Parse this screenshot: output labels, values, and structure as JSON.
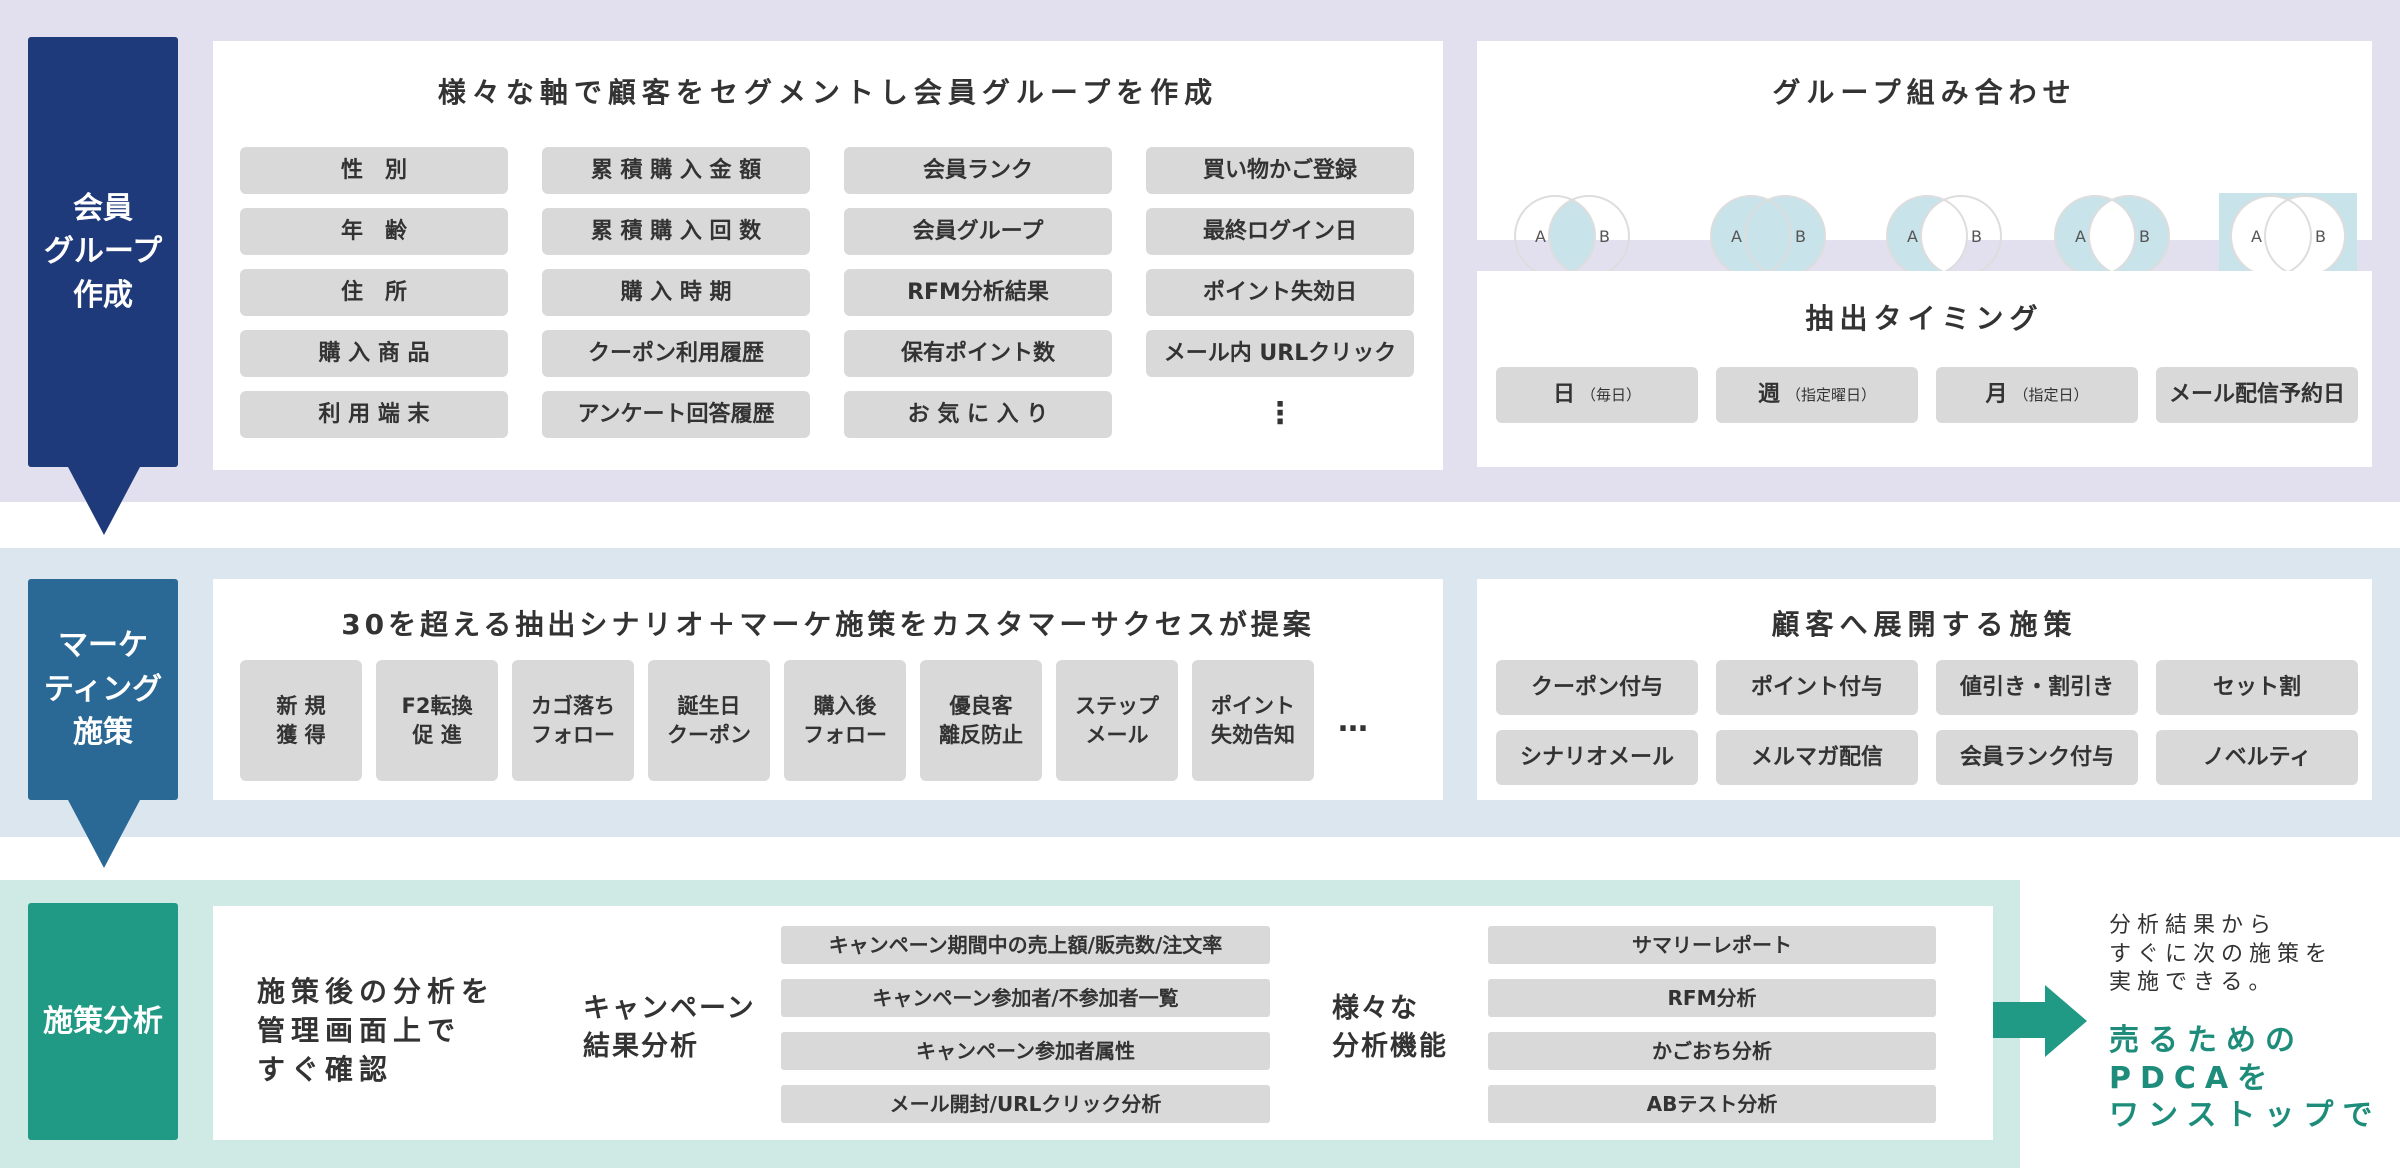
{
  "row1": {
    "label": "会員\nグループ\n作成",
    "title": "様々な軸で顧客をセグメントし会員グループを作成",
    "chips": [
      [
        "性　別",
        "年　齢",
        "住　所",
        "購 入 商 品",
        "利 用 端 末"
      ],
      [
        "累 積 購 入 金 額",
        "累 積 購 入 回 数",
        "購 入 時 期",
        "クーポン利用履歴",
        "アンケート回答履歴"
      ],
      [
        "会員ランク",
        "会員グループ",
        "RFM分析結果",
        "保有ポイント数",
        "お 気 に 入 り"
      ],
      [
        "買い物かご登録",
        "最終ログイン日",
        "ポイント失効日",
        "メール内 URLクリック",
        "⋮"
      ]
    ],
    "combo_title": "グループ組み合わせ",
    "venn_labels": [
      "A",
      "B"
    ],
    "timing_title": "抽出タイミング",
    "timing": [
      {
        "main": "日",
        "sub": "（毎日）"
      },
      {
        "main": "週",
        "sub": "（指定曜日）"
      },
      {
        "main": "月",
        "sub": "（指定日）"
      },
      {
        "main": "メール配信予約日",
        "sub": ""
      }
    ]
  },
  "row2": {
    "label": "マーケ\nティング\n施策",
    "title": "30を超える抽出シナリオ＋マーケ施策をカスタマーサクセスが提案",
    "scenarios": [
      "新 規\n獲 得",
      "F2転換\n促 進",
      "カゴ落ち\nフォロー",
      "誕生日\nクーポン",
      "購入後\nフォロー",
      "優良客\n離反防止",
      "ステップ\nメール",
      "ポイント\n失効告知"
    ],
    "more": "…",
    "measures_title": "顧客へ展開する施策",
    "measures": [
      "クーポン付与",
      "ポイント付与",
      "値引き・割引き",
      "セット割",
      "シナリオメール",
      "メルマガ配信",
      "会員ランク付与",
      "ノベルティ"
    ]
  },
  "row3": {
    "label": "施策分析",
    "intro": "施策後の分析を\n管理画面上で\nすぐ確認",
    "campaign_title": "キャンペーン\n結果分析",
    "campaign": [
      "キャンペーン期間中の売上額/販売数/注文率",
      "キャンペーン参加者/不参加者一覧",
      "キャンペーン参加者属性",
      "メール開封/URLクリック分析"
    ],
    "features_title": "様々な\n分析機能",
    "features": [
      "サマリーレポート",
      "RFM分析",
      "かごおち分析",
      "ABテスト分析"
    ]
  },
  "conclusion": {
    "text": "分析結果から\nすぐに次の施策を\n実施できる。",
    "highlight": "売るための\nPDCAを\nワンストップで"
  },
  "colors": {
    "navy": "#1f3a7a",
    "blue": "#2a6896",
    "teal": "#219a85",
    "venn": "#c8e3ea"
  }
}
